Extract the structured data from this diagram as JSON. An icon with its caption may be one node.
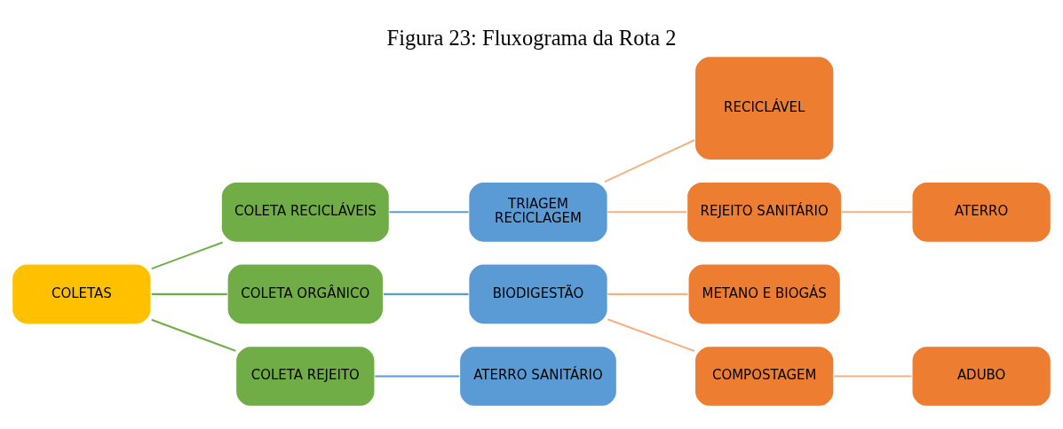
{
  "diagram": {
    "title": "Figura 23: Fluxograma da Rota 2",
    "nodes": [
      {
        "text": [
          "COLETAS"
        ]
      },
      {
        "text": [
          "COLETA RECICLÁVEIS"
        ]
      },
      {
        "text": [
          "COLETA ORGÂNICO"
        ]
      },
      {
        "text": [
          "COLETA REJEITO"
        ]
      },
      {
        "text": [
          "TRIAGEM",
          "RECICLAGEM"
        ]
      },
      {
        "text": [
          "BIODIGESTÃO"
        ]
      },
      {
        "text": [
          "ATERRO SANITÁRIO"
        ]
      },
      {
        "text": [
          "RECICLÁVEL"
        ]
      },
      {
        "text": [
          "REJEITO SANITÁRIO"
        ]
      },
      {
        "text": [
          "ATERRO"
        ]
      },
      {
        "text": [
          "METANO E BIOGÁS"
        ]
      },
      {
        "text": [
          "COMPOSTAGEM"
        ]
      },
      {
        "text": [
          "ADUBO"
        ]
      }
    ],
    "edges": [
      {
        "from": 0,
        "to": 1,
        "arrow": "none",
        "color": "#70ad47"
      },
      {
        "from": 0,
        "to": 2,
        "arrow": "none",
        "color": "#70ad47"
      },
      {
        "from": 0,
        "to": 3,
        "arrow": "none",
        "color": "#70ad47"
      },
      {
        "from": 1,
        "to": 4,
        "arrow": "none",
        "color": "#5b9bd5"
      },
      {
        "from": 2,
        "to": 5,
        "arrow": "none",
        "color": "#5b9bd5"
      },
      {
        "from": 3,
        "to": 6,
        "arrow": "none",
        "color": "#5b9bd5"
      },
      {
        "from": 4,
        "to": 7,
        "arrow": "none"
      },
      {
        "from": 4,
        "to": 8,
        "arrow": "none"
      },
      {
        "from": 8,
        "to": 9,
        "arrow": "none"
      },
      {
        "from": 5,
        "to": 10,
        "arrow": "none"
      },
      {
        "from": 5,
        "to": 11,
        "arrow": "none"
      },
      {
        "from": 11,
        "to": 12,
        "arrow": "none"
      }
    ]
  }
}
